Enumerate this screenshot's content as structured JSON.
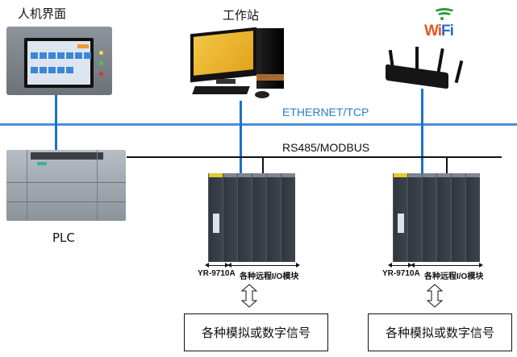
{
  "nodes": {
    "hmi": {
      "label": "人机界面"
    },
    "workstation": {
      "label": "工作站"
    },
    "router": {
      "logo_text_a": "Wi",
      "logo_text_b": "Fi"
    },
    "plc": {
      "label": "PLC"
    }
  },
  "buses": {
    "ethernet": {
      "label": "ETHERNET/TCP",
      "color": "#2a7fcc"
    },
    "rs485": {
      "label": "RS485/MODBUS",
      "color": "#111111"
    }
  },
  "io_stations": [
    {
      "head_label": "YR-9710A",
      "modules_label": "各种远程I/O模块",
      "signal_label": "各种模拟或数字信号"
    },
    {
      "head_label": "YR-9710A",
      "modules_label": "各种远程I/O模块",
      "signal_label": "各种模拟或数字信号"
    }
  ]
}
